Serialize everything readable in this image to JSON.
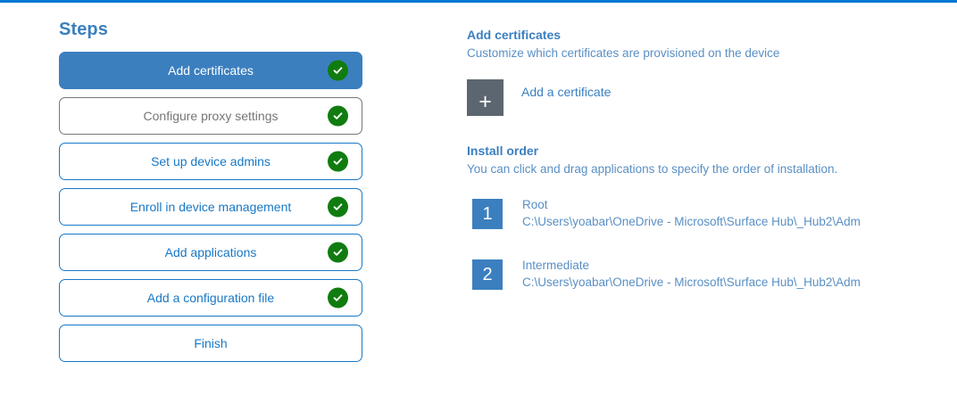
{
  "theme": {
    "accent_blue": "#0078d4",
    "step_active_blue": "#3b7fbf",
    "step_outline_blue": "#1878c6",
    "step_muted_gray": "#767676",
    "check_green": "#107c10",
    "tile_gray": "#5b6670",
    "body_text_blue": "#5a8fc4"
  },
  "steps_panel": {
    "title": "Steps",
    "items": [
      {
        "label": "Add certificates",
        "state": "active",
        "completed": true,
        "icon": "check-circle-icon"
      },
      {
        "label": "Configure proxy settings",
        "state": "muted",
        "completed": true,
        "icon": "check-circle-icon"
      },
      {
        "label": "Set up device admins",
        "state": "normal",
        "completed": true,
        "icon": "check-circle-icon"
      },
      {
        "label": "Enroll in device management",
        "state": "normal",
        "completed": true,
        "icon": "check-circle-icon"
      },
      {
        "label": "Add applications",
        "state": "normal",
        "completed": true,
        "icon": "check-circle-icon"
      },
      {
        "label": "Add a configuration file",
        "state": "normal",
        "completed": true,
        "icon": "check-circle-icon"
      },
      {
        "label": "Finish",
        "state": "normal",
        "completed": false,
        "icon": ""
      }
    ]
  },
  "detail_panel": {
    "certificates": {
      "heading": "Add certificates",
      "description": "Customize which certificates are provisioned on the device",
      "add_button_label": "Add a certificate",
      "add_button_icon": "plus-icon"
    },
    "install_order": {
      "heading": "Install order",
      "description": "You can click and drag applications to specify the order of installation.",
      "items": [
        {
          "index": "1",
          "name": "Root",
          "path": "C:\\Users\\yoabar\\OneDrive - Microsoft\\Surface Hub\\_Hub2\\Adm"
        },
        {
          "index": "2",
          "name": "Intermediate",
          "path": "C:\\Users\\yoabar\\OneDrive - Microsoft\\Surface Hub\\_Hub2\\Adm"
        }
      ]
    }
  }
}
